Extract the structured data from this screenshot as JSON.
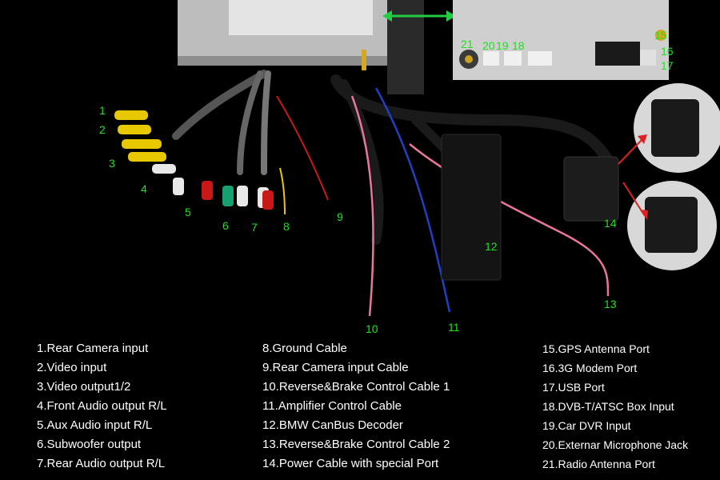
{
  "callouts": {
    "n1": "1",
    "n2": "2",
    "n3": "3",
    "n4": "4",
    "n5": "5",
    "n6": "6",
    "n7": "7",
    "n8": "8",
    "n9": "9",
    "n10": "10",
    "n11": "11",
    "n12": "12",
    "n13": "13",
    "n14": "14",
    "n15": "15",
    "n16": "16",
    "n17": "17",
    "n18": "18",
    "n19": "19",
    "n20": "20",
    "n21": "21"
  },
  "legend": {
    "col1": [
      "1.Rear Camera input",
      "2.Video input",
      "3.Video output1/2",
      "4.Front Audio output R/L",
      "5.Aux Audio input R/L",
      "6.Subwoofer output",
      "7.Rear Audio output R/L"
    ],
    "col2": [
      "8.Ground Cable",
      "9.Rear Camera input Cable",
      "10.Reverse&Brake Control Cable 1",
      "11.Amplifier Control Cable",
      "12.BMW CanBus Decoder",
      "13.Reverse&Brake Control Cable 2",
      "14.Power Cable with special Port"
    ],
    "col3": [
      "15.GPS Antenna Port",
      "16.3G Modem Port",
      "17.USB Port",
      "18.DVB-T/ATSC Box Input",
      "19.Car DVR Input",
      "20.Externar Microphone Jack",
      "21.Radio Antenna Port"
    ]
  },
  "colors": {
    "label_green": "#20e020",
    "arrow_red": "#e02020",
    "arrow_green": "#22cc44",
    "cable_black": "#1a1a1a",
    "cable_pink": "#e8779a",
    "cable_blue": "#2040c0",
    "rca_yellow": "#e8c800",
    "rca_white": "#e8e8e8",
    "rca_red": "#c81818",
    "rca_green": "#18a070",
    "metal": "#c8c8c8"
  }
}
